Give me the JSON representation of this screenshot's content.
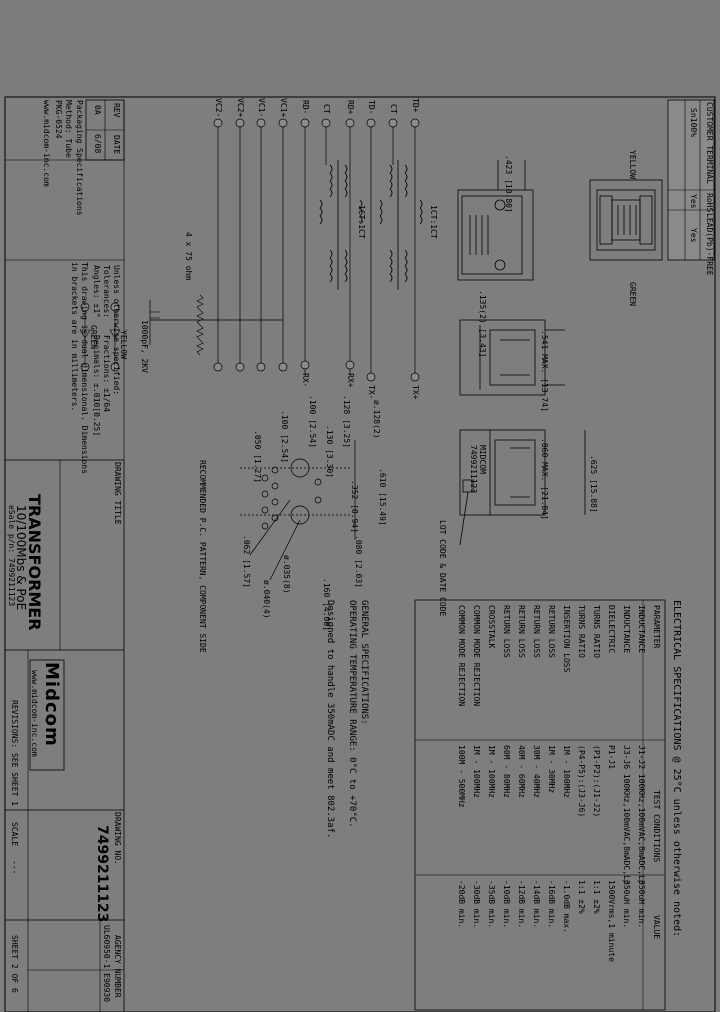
{
  "customer_table": {
    "header": "CUSTOMER TERMINAL",
    "material": "Sn100%",
    "rohs_label": "RoHS",
    "rohs_value": "Yes",
    "leadfree_label": "LEAD(Pb)-FREE",
    "leadfree_value": "Yes"
  },
  "revision_table": {
    "headers": [
      "REV",
      "DATE"
    ],
    "rows": [
      [
        "0A",
        "6/08"
      ]
    ]
  },
  "packaging": {
    "title": "Packaging Specifications",
    "lines": [
      "Method: Tube",
      "PKG-0524"
    ],
    "website": "www.midcom-inc.com"
  },
  "tolerance_note": {
    "lines": [
      "Unless otherwise specified:",
      "Tolerances:",
      "Angles: ±1°",
      "Fractions: ±1/64",
      "Decimals: ±.010[0.25]",
      "This drawing is dual dimensional. Dimensions",
      "in brackets are in millimeters."
    ]
  },
  "title_block": {
    "drawing_title_label": "DRAWING TITLE",
    "title": "TRANSFORMER",
    "subtitle": "10/100Mbs & PoE",
    "esale": "eSale p/n: 7499211123",
    "drawing_no_label": "DRAWING NO.",
    "drawing_no": "7499211123",
    "revisions": "REVISIONS: SEE SHEET 1",
    "scale_label": "SCALE",
    "scale_value": "---",
    "sheet": "SHEET 2 OF 6",
    "agency_label": "AGENCY NUMBER",
    "agency_value": "UL60950-1 E90930",
    "company": "Midcom",
    "company_url": "www.midcom-inc.com"
  },
  "electrical_specs": {
    "title": "ELECTRICAL SPECIFICATIONS @ 25°C unless otherwise noted:",
    "headers": [
      "PARAMETER",
      "TEST CONDITIONS",
      "VALUE"
    ],
    "rows": [
      [
        "INDUCTANCE",
        "J1-J2 100KHz,100mVAC,8mADC,Lp",
        "350uH min."
      ],
      [
        "INDUCTANCE",
        "J3-J6 100KHz,100mVAC,8mADC,Lp",
        "350uH min."
      ],
      [
        "DIELECTRIC",
        "P1-J1",
        "1500Vrms,1 minute"
      ],
      [
        "TURNS RATIO",
        "(P1-P2):(J1-J2)",
        "1:1 ±2%"
      ],
      [
        "TURNS RATIO",
        "(P4-P5):(J3-J6)",
        "1:1 ±2%"
      ],
      [
        "INSERTION LOSS",
        "1M - 100MHz",
        "-1.0dB max."
      ],
      [
        "RETURN LOSS",
        "1M - 30MHz",
        "-16dB min."
      ],
      [
        "RETURN LOSS",
        "30M - 40MHz",
        "-14dB min."
      ],
      [
        "RETURN LOSS",
        "40M - 60MHz",
        "-12dB min."
      ],
      [
        "RETURN LOSS",
        "60M - 80MHz",
        "-10dB min."
      ],
      [
        "CROSSTALK",
        "1M - 100MHz",
        "-35dB min."
      ],
      [
        "COMMON MODE REJECTION",
        "1M - 100MHz",
        "-30dB min."
      ],
      [
        "COMMON MODE REJECTION",
        "100M - 500MHz",
        "-20dB min."
      ]
    ]
  },
  "general_specs": {
    "title": "GENERAL SPECIFICATIONS:",
    "lines": [
      "OPERATING TEMPERATURE RANGE: 0°C to +70°C.",
      "Designed to handle 350mADC and meet 802.3af."
    ]
  },
  "front_view": {
    "labels": [
      "YELLOW",
      "GREEN"
    ],
    "dims": [
      ".423 [10.80]",
      ".135(2) [3.43]"
    ]
  },
  "side_view": {
    "dims": [
      ".541 MAX. [13.74]",
      ".860 MAX. [21.84]",
      ".625 [15.88]"
    ],
    "marking": [
      "MIDCOM",
      "7499211123"
    ],
    "lot_note": "LOT CODE & DATE CODE"
  },
  "schematic": {
    "left_pins": [
      "TD+",
      "CT",
      "TD-",
      "RD+",
      "CT",
      "RD-",
      "VC1+",
      "VC1-",
      "VC2+",
      "VC2-"
    ],
    "right_pins": [
      "TX+",
      "TX-",
      "RX+",
      "RX-"
    ],
    "transformer_labels": [
      "1CT:1CT",
      "1CT:1CT"
    ],
    "resistor_note": "4 x 75 ohm",
    "cap_note": "1000pF, 2KV",
    "led_labels": [
      "YELLOW",
      "GREEN"
    ]
  },
  "pcb_pattern": {
    "title": "RECOMMENDED P.C. PATTERN, COMPONENT SIDE",
    "dims": [
      ".610 [15.49]",
      ".352 [8.94]",
      ".130 [3.30]",
      ".100 [2.54]",
      ".050 [1.27]",
      ".080 [2.03]",
      ".160 [4.06]",
      ".128 [3.25]",
      ".100 [2.54]",
      ".062 [1.57]"
    ],
    "holes": [
      "ø.128(2)",
      "ø.035(8)",
      "ø.040(4)"
    ]
  }
}
